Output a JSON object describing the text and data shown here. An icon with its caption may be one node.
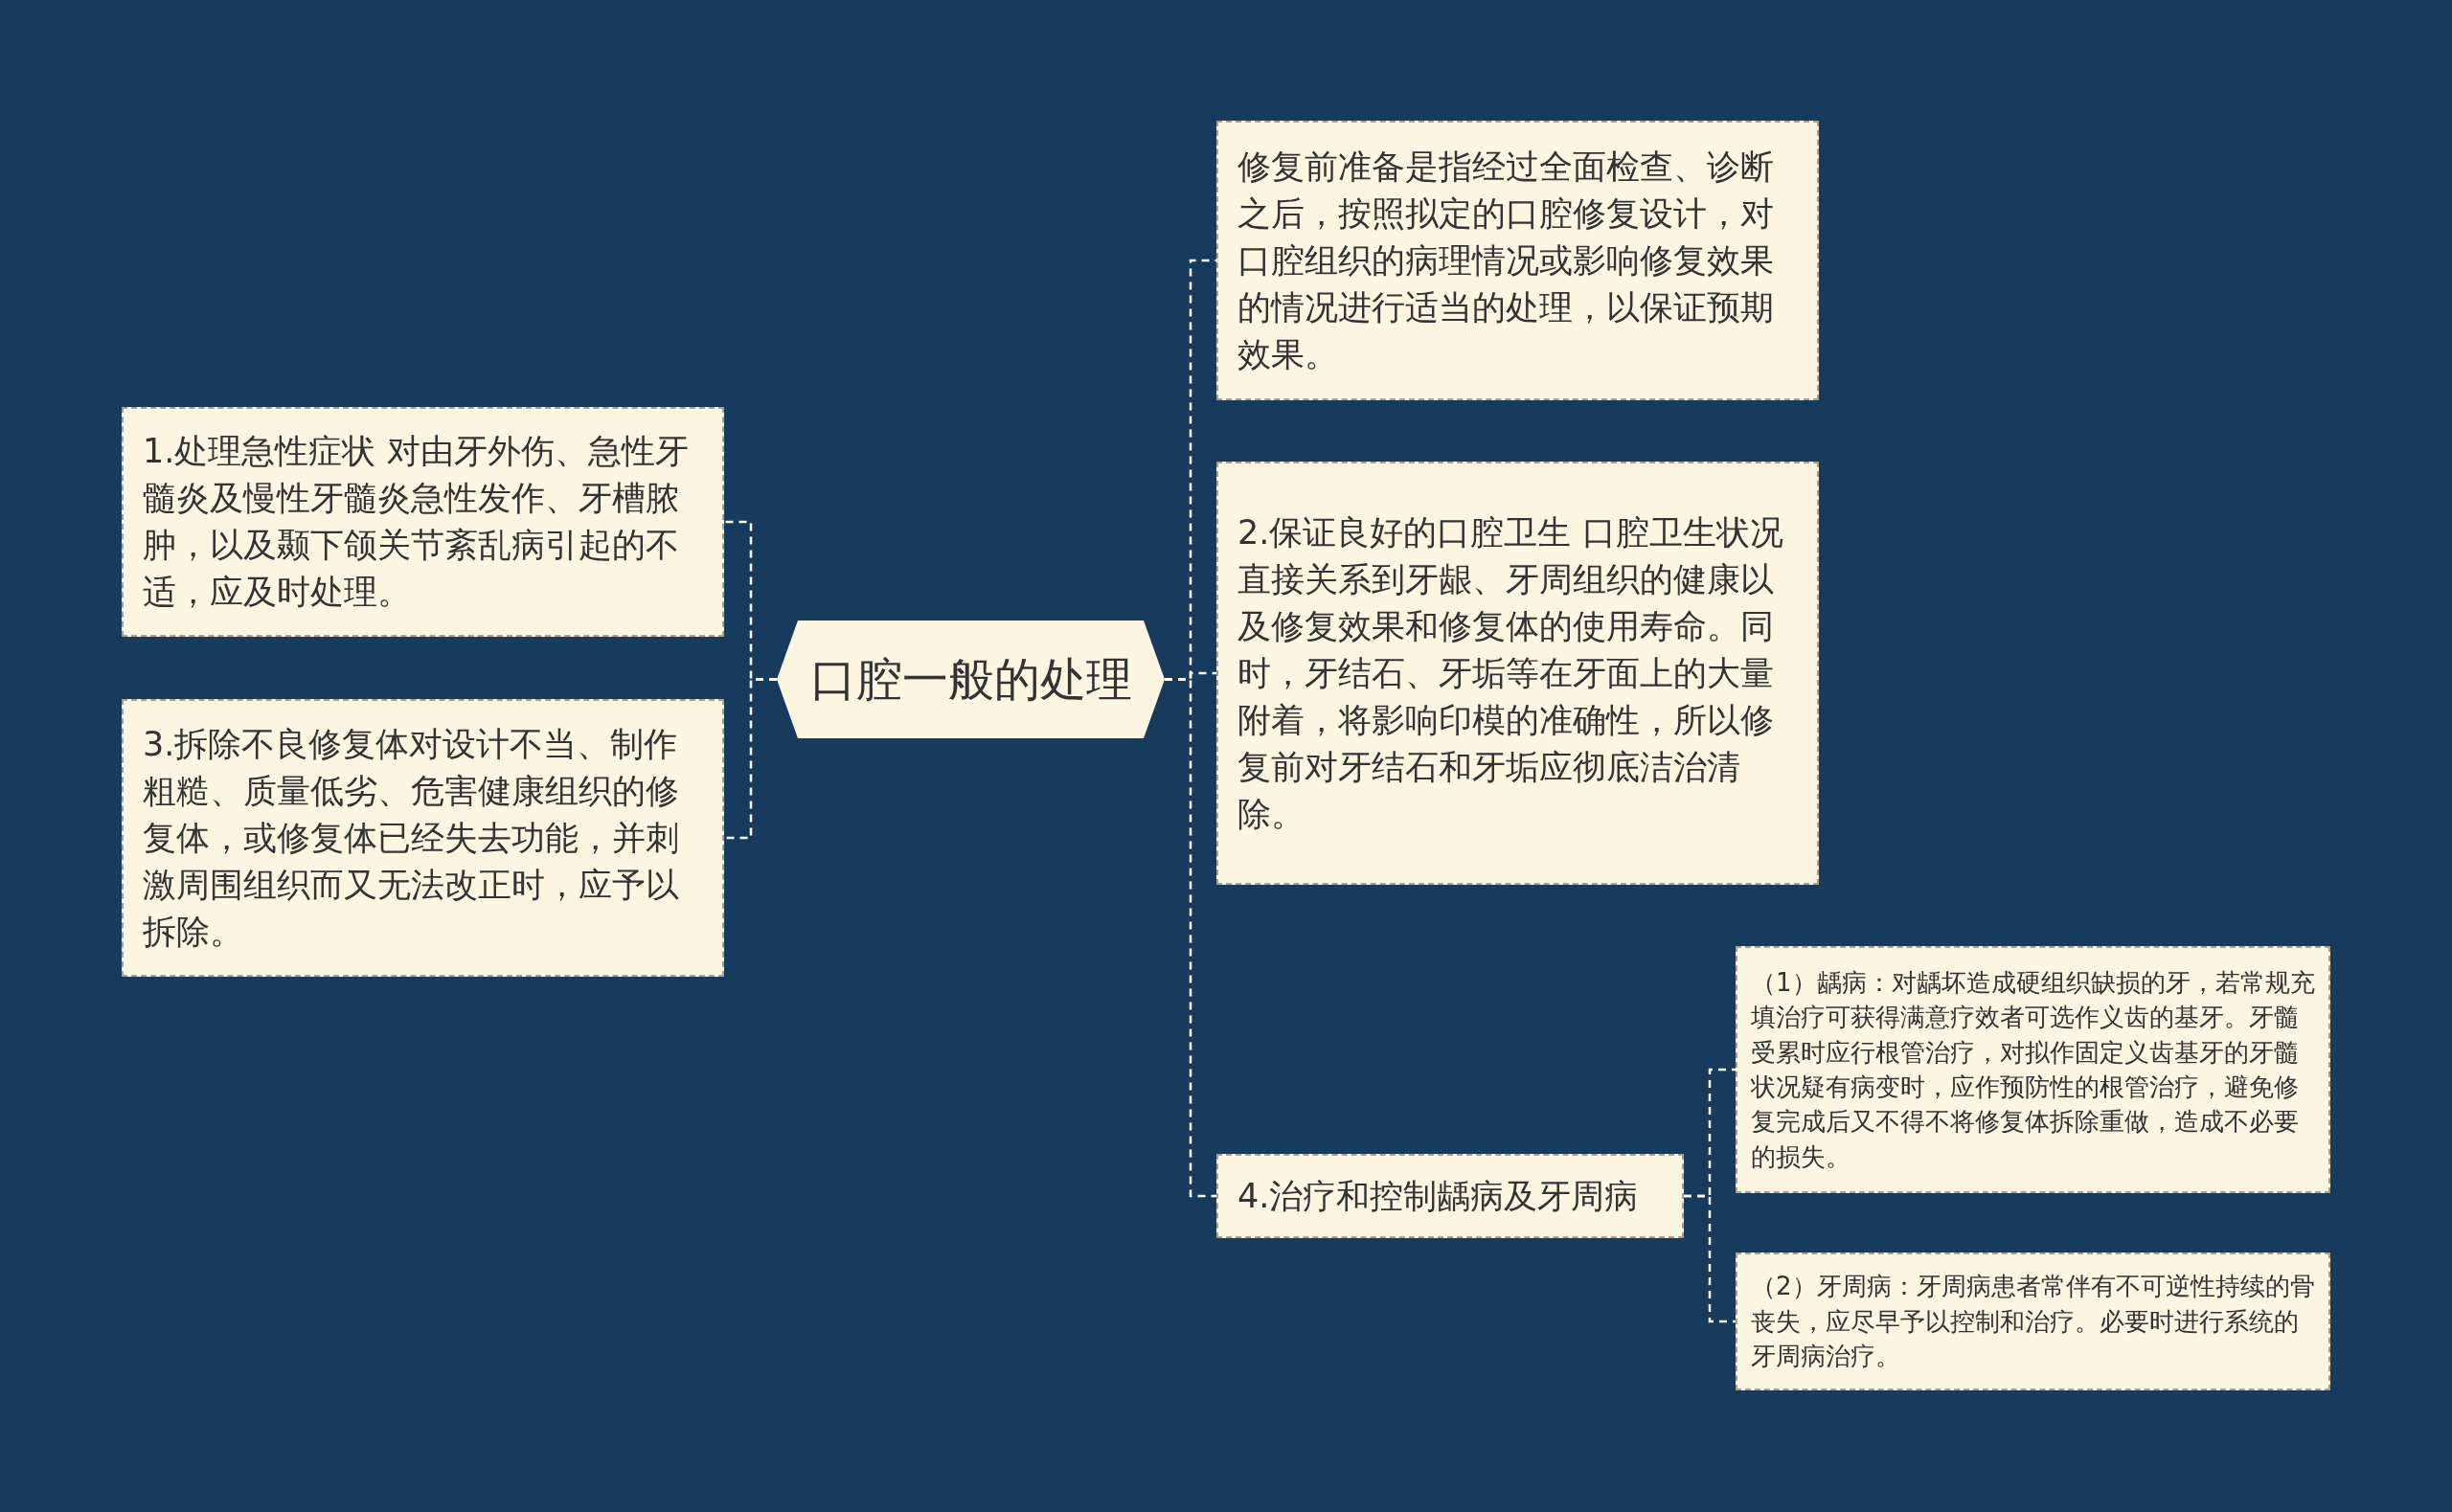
{
  "diagram": {
    "nodes": [
      {
        "text": [
          "口腔一般的处理"
        ]
      },
      {
        "text": [
          "1.处理急性症状 对由牙外伤、急性牙髓炎及慢性牙髓炎急性发作、牙槽脓肿，以及颞下颌关节紊乱病引起的不适，应及时处理。"
        ]
      },
      {
        "text": [
          "3.拆除不良修复体对设计不当、制作粗糙、质量低劣、危害健康组织的修复体，或修复体已经失去功能，并刺激周围组织而又无法改正时，应予以拆除。"
        ]
      },
      {
        "text": [
          "修复前准备是指经过全面检查、诊断之后，按照拟定的口腔修复设计，对口腔组织的病理情况或影响修复效果的情况进行适当的处理，以保证预期效果。"
        ]
      },
      {
        "text": [
          "2.保证良好的口腔卫生 口腔卫生状况直接关系到牙龈、牙周组织的健康以及修复效果和修复体的使用寿命。同时，牙结石、牙垢等在牙面上的大量附着，将影响印模的准确性，所以修复前对牙结石和牙垢应彻底洁治清除。"
        ]
      },
      {
        "text": [
          "4.治疗和控制龋病及牙周病"
        ]
      },
      {
        "text": [
          "（1）龋病：对龋坏造成硬组织缺损的牙，若常规充填治疗可获得满意疗效者可选作义齿的基牙。牙髓受累时应行根管治疗，对拟作固定义齿基牙的牙髓状况疑有病变时，应作预防性的根管治疗，避免修复完成后又不得不将修复体拆除重做，造成不必要的损失。"
        ]
      },
      {
        "text": [
          "（2）牙周病：牙周病患者常伴有不可逆性持续的骨丧失，应尽早予以控制和治疗。必要时进行系统的牙周病治疗。"
        ]
      }
    ],
    "edges": [
      {
        "from": 0,
        "to": 1,
        "arrow": "none"
      },
      {
        "from": 0,
        "to": 2,
        "arrow": "none"
      },
      {
        "from": 0,
        "to": 3,
        "arrow": "none"
      },
      {
        "from": 0,
        "to": 4,
        "arrow": "none"
      },
      {
        "from": 0,
        "to": 5,
        "arrow": "none"
      },
      {
        "from": 5,
        "to": 6,
        "arrow": "none"
      },
      {
        "from": 5,
        "to": 7,
        "arrow": "none"
      }
    ]
  }
}
